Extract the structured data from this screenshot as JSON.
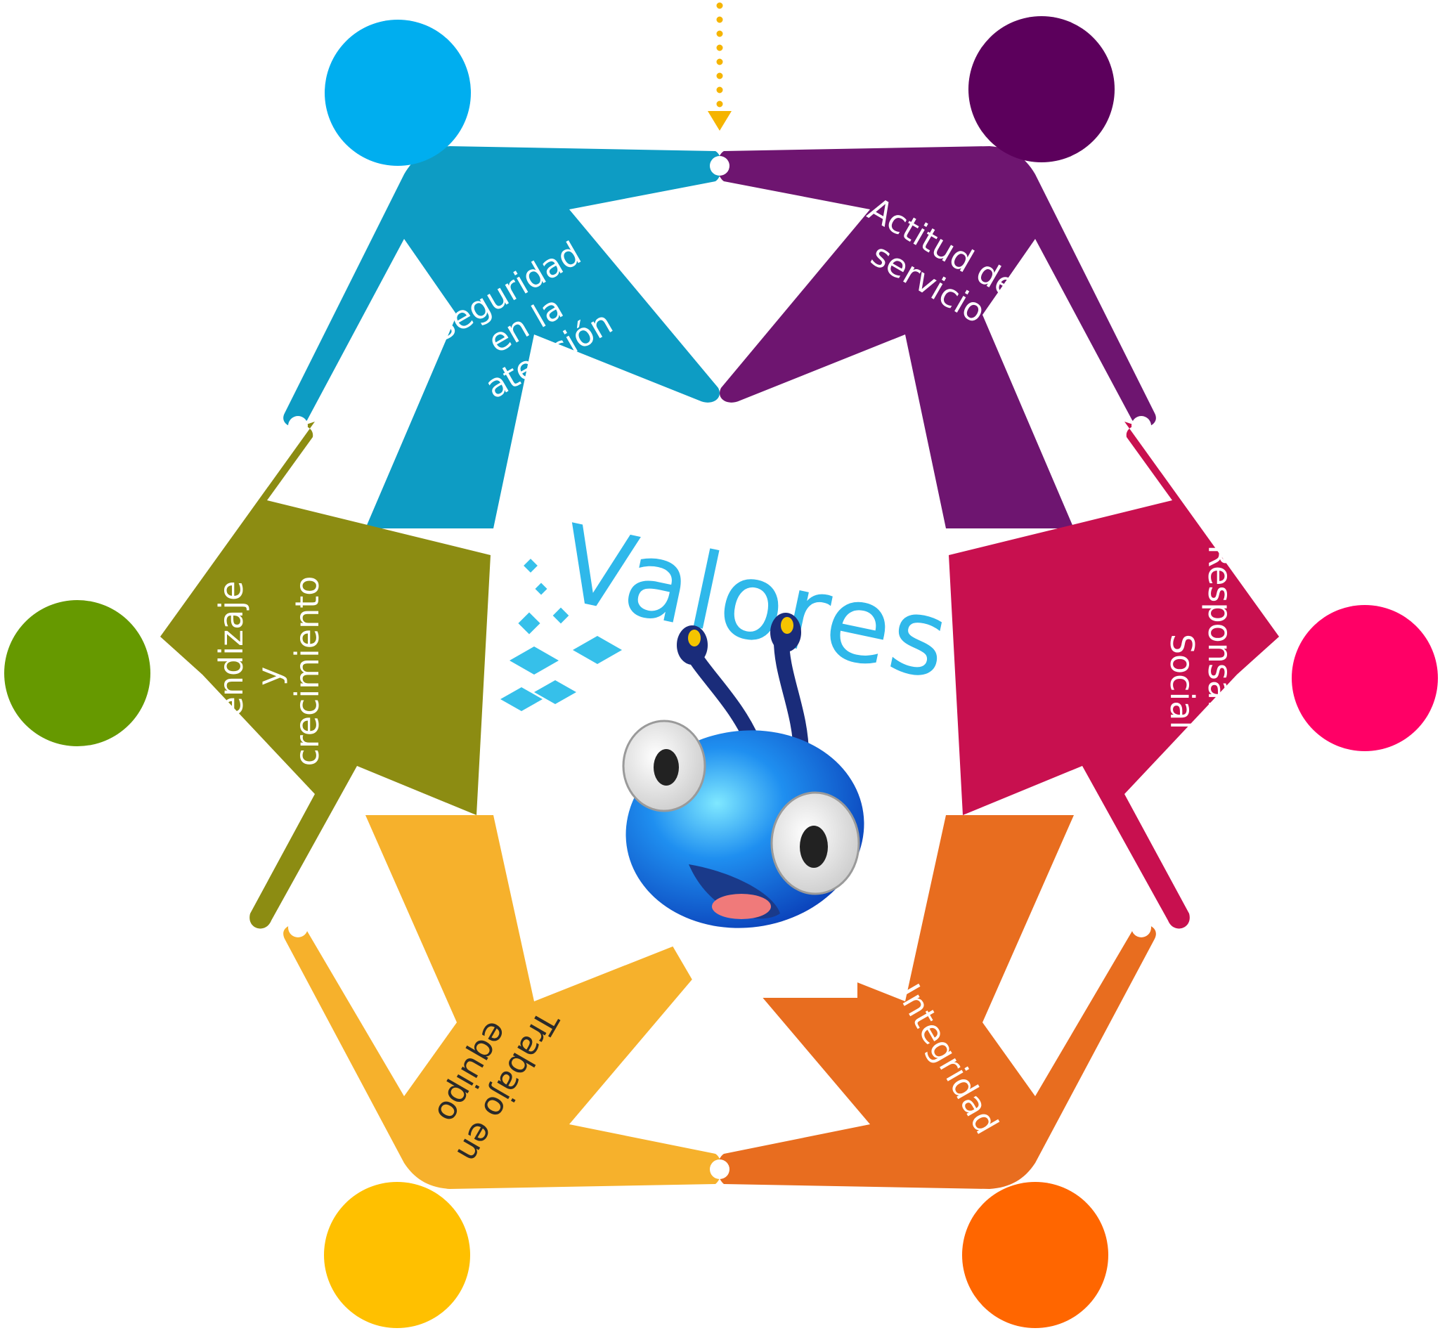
{
  "title": "Valores",
  "colors": {
    "title": "#2fb8ea",
    "arrow": "#f5b400",
    "seguridad": "#0d9cc4",
    "seguridad_head": "#00aeef",
    "actitud": "#6e1570",
    "actitud_head": "#5c005c",
    "responsabilidad": "#c8104f",
    "responsabilidad_head": "#ff0066",
    "integridad": "#e86d1f",
    "integridad_head": "#ff6600",
    "trabajo": "#f6b12c",
    "trabajo_head": "#ffc000",
    "aprendizaje": "#8c8c12",
    "aprendizaje_head": "#669900"
  },
  "values": {
    "seguridad": {
      "lines": [
        "Seguridad",
        "en la",
        "atención"
      ]
    },
    "actitud": {
      "lines": [
        "Actitud de",
        "servicio"
      ]
    },
    "responsabilidad": {
      "lines": [
        "Responsabilidad",
        "Social"
      ]
    },
    "integridad": {
      "lines": [
        "Integridad"
      ]
    },
    "trabajo": {
      "lines": [
        "Trabajo en",
        "equipo"
      ]
    },
    "aprendizaje": {
      "lines": [
        "Aprendizaje",
        "y",
        "crecimiento"
      ]
    }
  },
  "mascot": {
    "icon": "ant-mascot-icon"
  },
  "decoration": {
    "icon": "pixel-squares-icon"
  }
}
